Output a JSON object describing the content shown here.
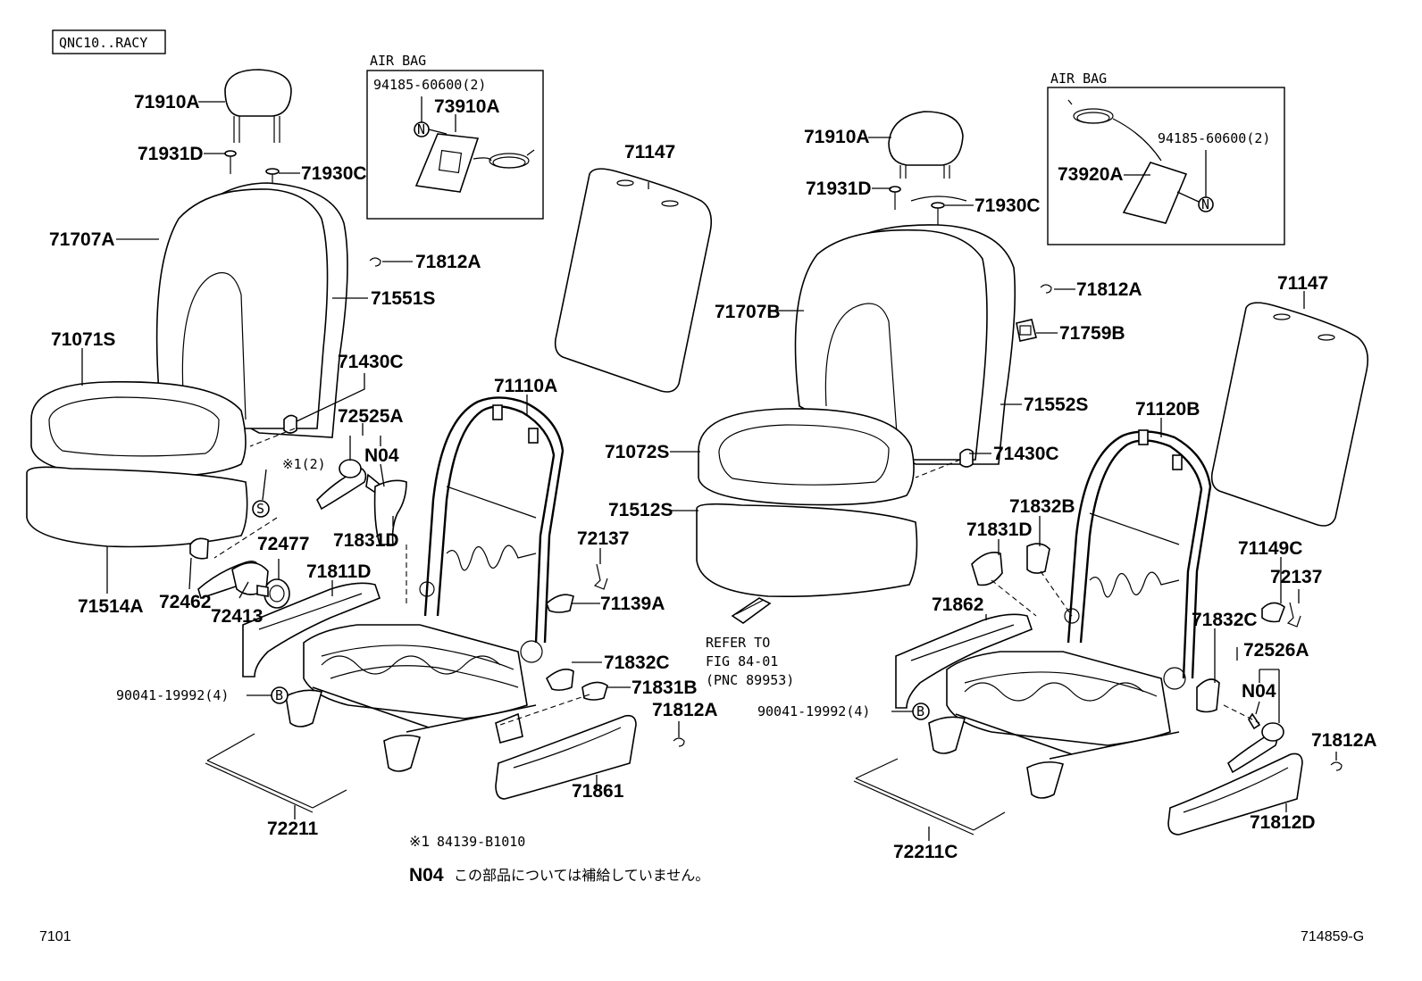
{
  "model_code": "QNC10..RACY",
  "page_code": "7101",
  "figure_id": "714859-G",
  "left_airbag": {
    "title": "AIR BAG",
    "part_bolt": "94185-60600(2)",
    "part_bag": "73910A"
  },
  "right_airbag": {
    "title": "AIR BAG",
    "part_bolt": "94185-60600(2)",
    "part_bag": "73920A"
  },
  "callout_n": "N",
  "callout_s": "S",
  "callout_b": "B",
  "left_seat": {
    "headrest": "71910A",
    "headrest_guide_d": "71931D",
    "headrest_guide_c": "71930C",
    "back_pad": "71707A",
    "clip_a": "71812A",
    "back_cover": "71551S",
    "cushion_cover": "71071S",
    "hook": "71430C",
    "lever_set": "72525A",
    "n04": "N04",
    "note_ref": "※1(2)",
    "cushion_pad": "71514A",
    "knob_a": "72462",
    "knob_b": "72477",
    "knob_c": "72413",
    "shield_d": "71811D",
    "cover_d": "71831D",
    "frame": "71110A",
    "spring": "72137",
    "cover_139": "71139A",
    "cover_832c": "71832C",
    "cover_831b": "71831B",
    "clip_a2": "71812A",
    "bolt": "90041-19992(4)",
    "side_shield": "71861",
    "wire": "72211"
  },
  "center": {
    "back_board": "71147",
    "cushion_cover": "71072S",
    "cushion_pad": "71512S",
    "refer_line1": "REFER TO",
    "refer_line2": "FIG 84-01",
    "refer_line3": "(PNC 89953)"
  },
  "right_seat": {
    "headrest": "71910A",
    "headrest_guide_d": "71931D",
    "headrest_guide_c": "71930C",
    "clip_a": "71812A",
    "back_pad": "71707B",
    "latch": "71759B",
    "back_board": "71147",
    "back_cover": "71552S",
    "frame": "71120B",
    "hook": "71430C",
    "cover_832b": "71832B",
    "cover_831d": "71831D",
    "cover_149c": "71149C",
    "spring": "72137",
    "shield": "71862",
    "cover_832c": "71832C",
    "lever_set": "72526A",
    "n04": "N04",
    "bolt": "90041-19992(4)",
    "clip_a2": "71812A",
    "side_shield": "71812D",
    "wire": "72211C"
  },
  "notes": {
    "note1_mark": "※1",
    "note1_part": "84139-B1010",
    "n04_mark": "N04",
    "n04_text": "この部品については補給していません。"
  }
}
